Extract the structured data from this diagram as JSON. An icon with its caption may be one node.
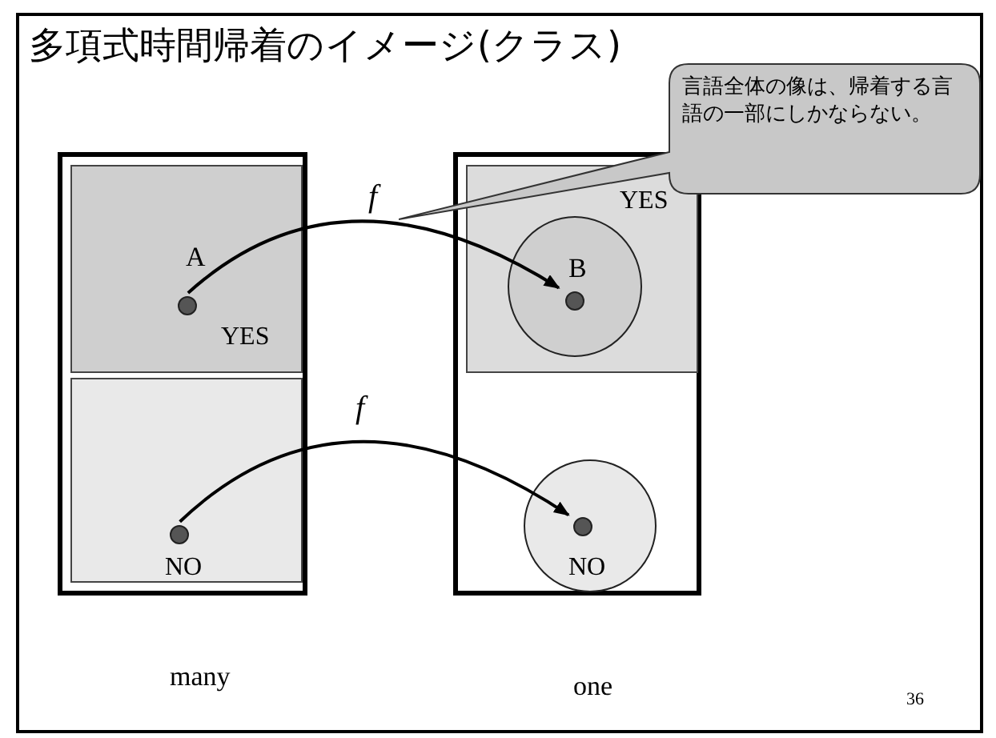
{
  "diagram": {
    "title": "多項式時間帰着のイメージ(クラス)",
    "nodes": [
      {
        "text": [],
        "shape": "box",
        "beside": [
          "many"
        ]
      },
      {
        "text": [
          "YES"
        ],
        "in": 0
      },
      {
        "text": [],
        "shape": "circle",
        "beside": [
          "A"
        ],
        "in": 1
      },
      {
        "text": [
          "NO"
        ],
        "in": 0
      },
      {
        "text": [],
        "shape": "circle",
        "in": 3
      },
      {
        "text": [],
        "shape": "box",
        "beside": [
          "one"
        ]
      },
      {
        "text": [
          "YES"
        ],
        "in": 5
      },
      {
        "text": [],
        "shape": "circle",
        "in": 6
      },
      {
        "text": [],
        "shape": "circle",
        "beside": [
          "B"
        ],
        "in": 7
      },
      {
        "text": [
          "NO"
        ],
        "in": 5
      },
      {
        "text": [],
        "shape": "circle",
        "in": 9
      },
      {
        "text": [
          "言語全体の像は、帰着する言語の一部にしかならない。"
        ]
      }
    ],
    "edges": [
      {
        "from": 2,
        "to": 8,
        "arrow": "to",
        "label": "f"
      },
      {
        "from": 4,
        "to": 10,
        "arrow": "to",
        "label": "f"
      }
    ],
    "labels": [
      "36"
    ]
  }
}
